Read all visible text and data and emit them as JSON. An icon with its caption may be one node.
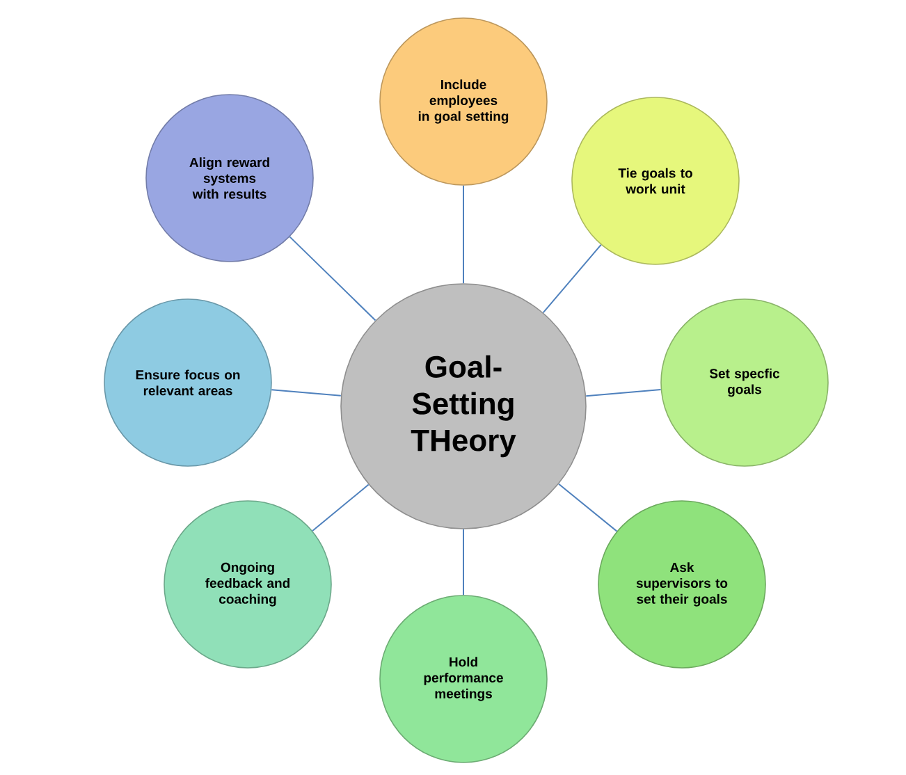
{
  "diagram": {
    "nodes": [
      {
        "text": [
          "Goal-Setting THeory"
        ]
      },
      {
        "text": [
          "Include employees in goal setting"
        ]
      },
      {
        "text": [
          "Tie goals to work unit"
        ]
      },
      {
        "text": [
          "Set specfic goals"
        ]
      },
      {
        "text": [
          "Ask supervisors to set their goals"
        ]
      },
      {
        "text": [
          "Hold performance meetings"
        ]
      },
      {
        "text": [
          "Ongoing feedback and coaching"
        ]
      },
      {
        "text": [
          "Ensure focus on relevant areas"
        ]
      },
      {
        "text": [
          "Align reward systems with results"
        ]
      }
    ],
    "edges": [
      {
        "from": 0,
        "to": 1,
        "arrow": "none"
      },
      {
        "from": 0,
        "to": 2,
        "arrow": "none"
      },
      {
        "from": 0,
        "to": 3,
        "arrow": "none"
      },
      {
        "from": 0,
        "to": 4,
        "arrow": "none"
      },
      {
        "from": 0,
        "to": 5,
        "arrow": "none"
      },
      {
        "from": 0,
        "to": 6,
        "arrow": "none"
      },
      {
        "from": 0,
        "to": 7,
        "arrow": "none"
      },
      {
        "from": 0,
        "to": 8,
        "arrow": "none"
      }
    ]
  }
}
